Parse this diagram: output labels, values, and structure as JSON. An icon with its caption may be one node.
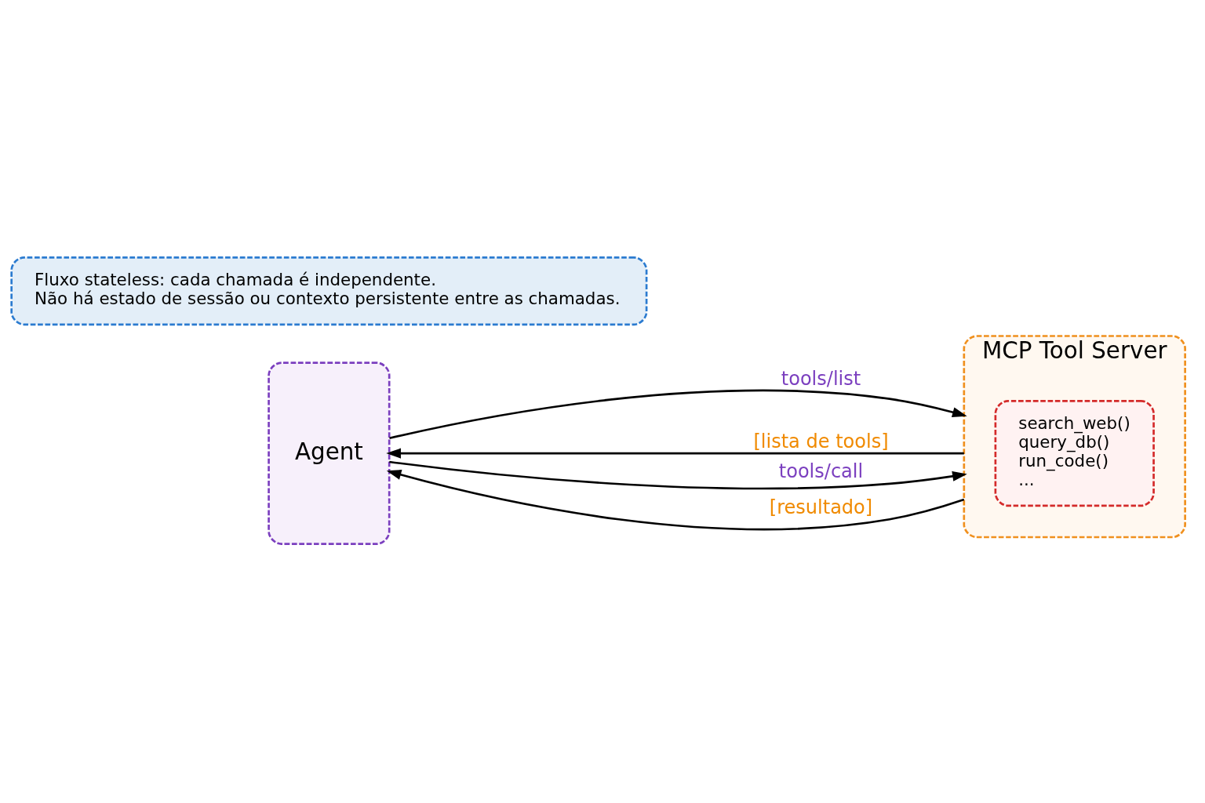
{
  "diagram": {
    "nodes": [
      {
        "text": [
          "Agent"
        ]
      },
      {
        "text": [
          "MCP Tool Server"
        ]
      },
      {
        "text": [
          "search_web()",
          "query_db()",
          "run_code()",
          "..."
        ],
        "in": 1
      },
      {
        "text": [
          "Fluxo stateless: cada chamada é independente.",
          "Não há estado de sessão ou contexto persistente entre as chamadas."
        ]
      }
    ],
    "edges": [
      {
        "from": 0,
        "to": 1,
        "arrow": "to",
        "label": "tools/list"
      },
      {
        "from": 1,
        "to": 0,
        "arrow": "to",
        "label": "[lista de tools]"
      },
      {
        "from": 0,
        "to": 1,
        "arrow": "to",
        "label": "tools/call"
      },
      {
        "from": 1,
        "to": 0,
        "arrow": "to",
        "label": "[resultado]"
      }
    ]
  }
}
